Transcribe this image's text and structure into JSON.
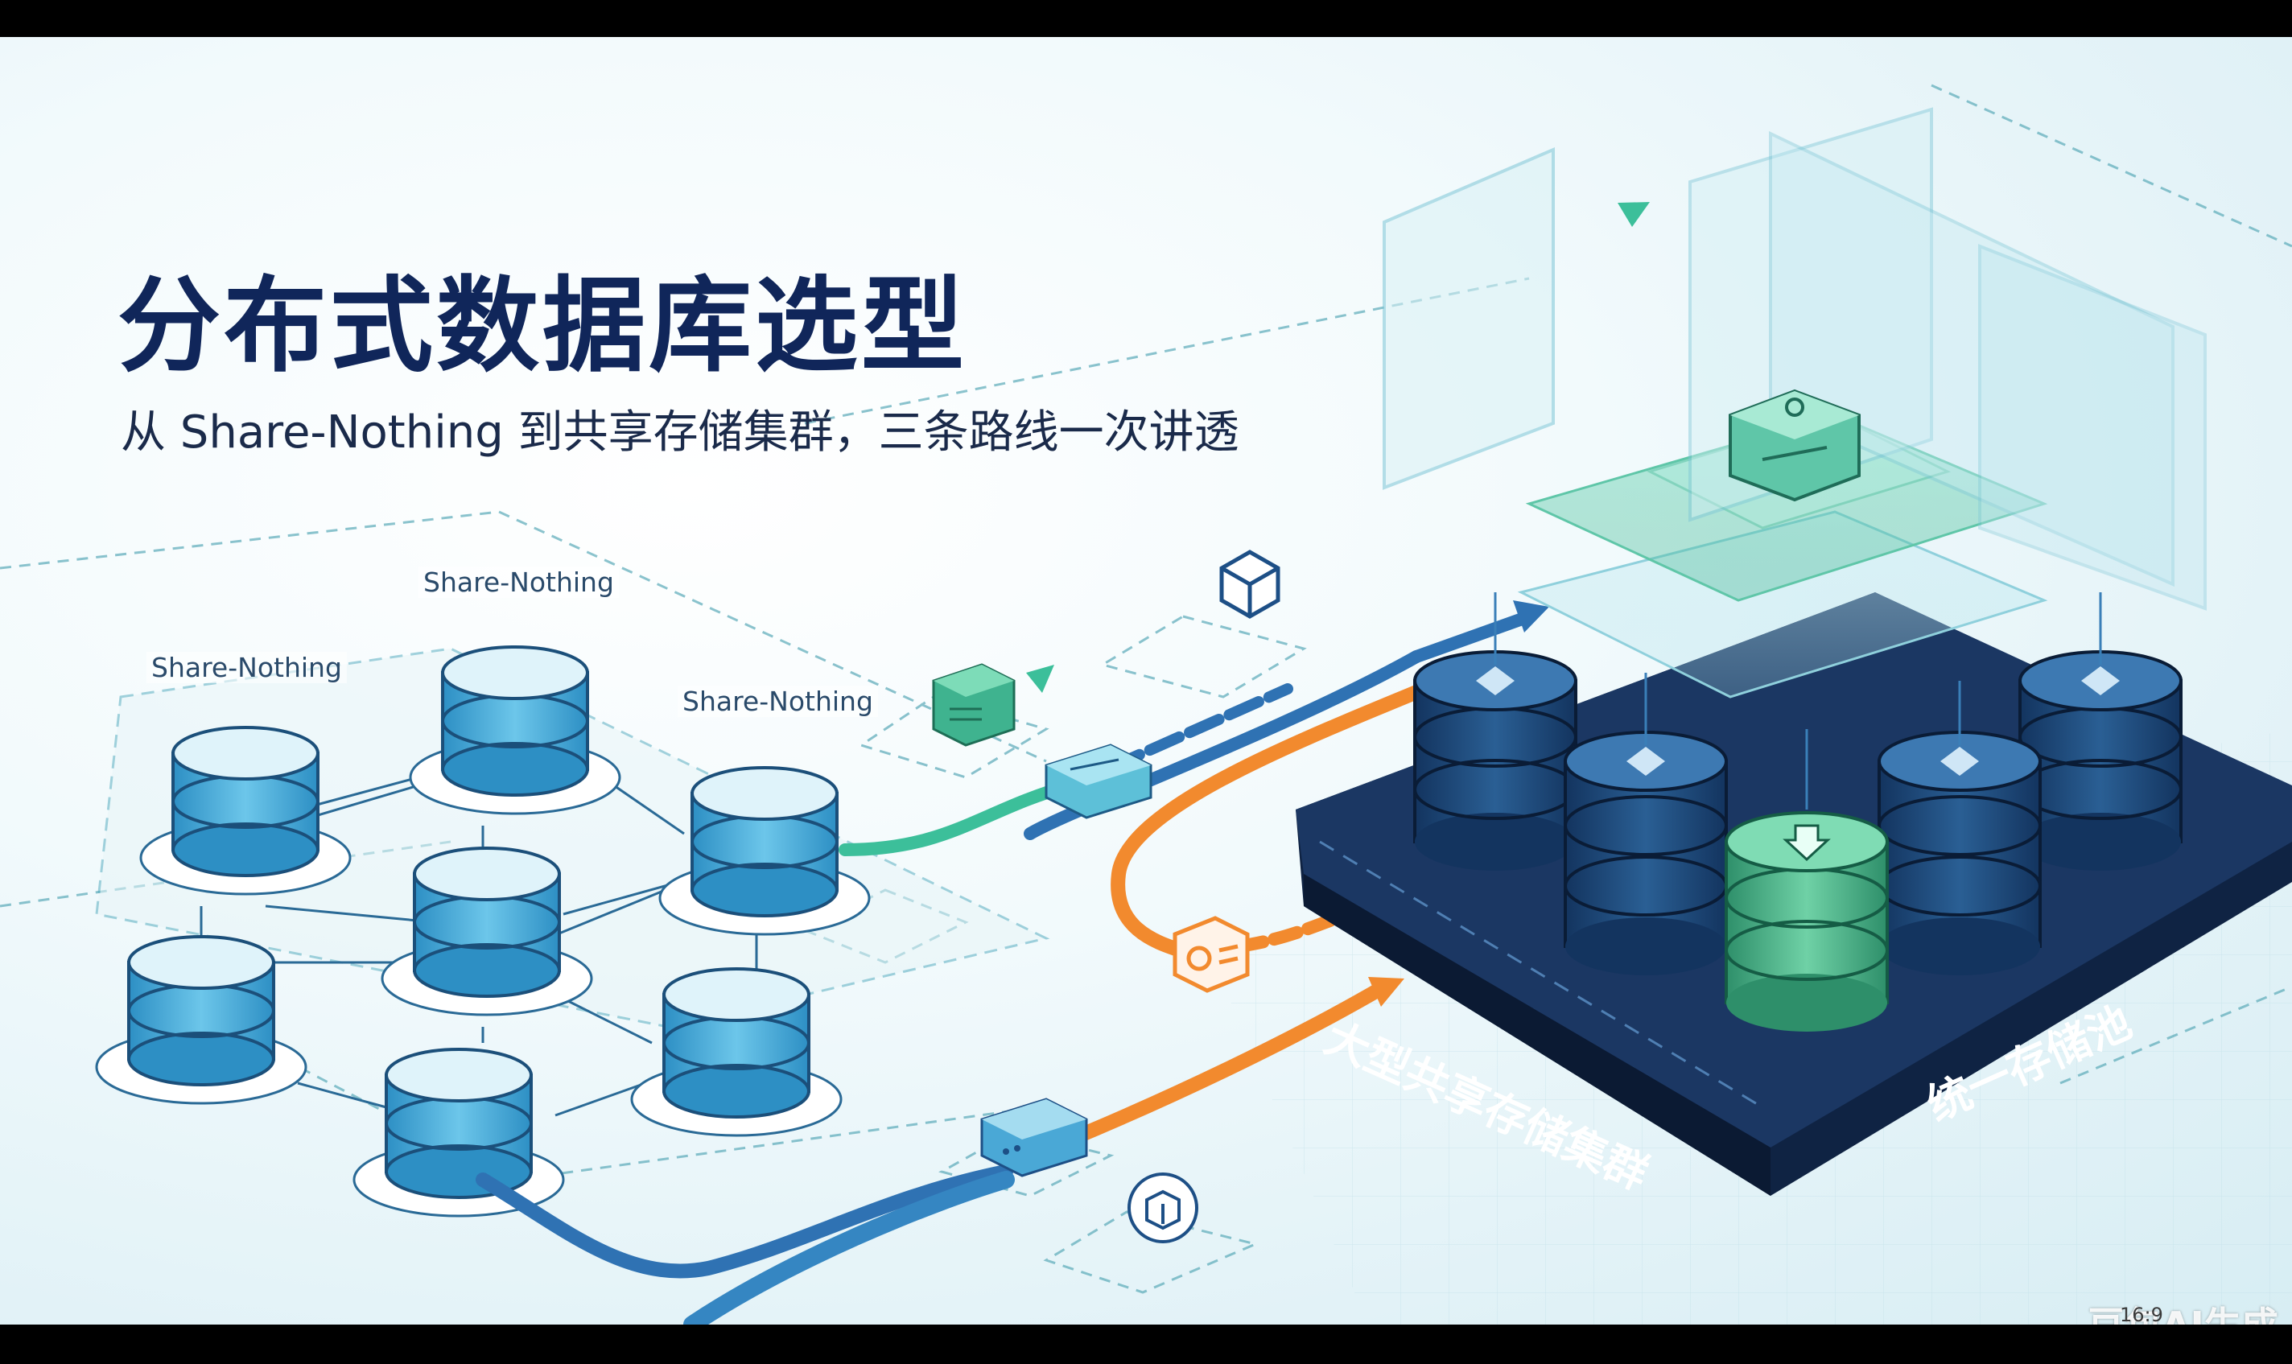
{
  "slide": {
    "title": "分布式数据库选型",
    "subtitle": "从 Share-Nothing 到共享存储集群，三条路线一次讲透"
  },
  "labels": {
    "node_a": "Share-Nothing",
    "node_b": "Share-Nothing",
    "node_c": "Share-Nothing",
    "platform_left": "大型共享存储集群",
    "platform_right": "统一存储池"
  },
  "watermark": "豆包AI生成",
  "aspect_ratio": "16:9",
  "colors": {
    "title": "#10265a",
    "navy_platform": "#182e55",
    "teal_flow": "#3cbf9a",
    "orange_flow": "#f28a2e",
    "blue_flow": "#2f72b3",
    "db_blue": "#3fa9d8",
    "db_navy": "#1d4f86",
    "db_green": "#46b58a"
  }
}
